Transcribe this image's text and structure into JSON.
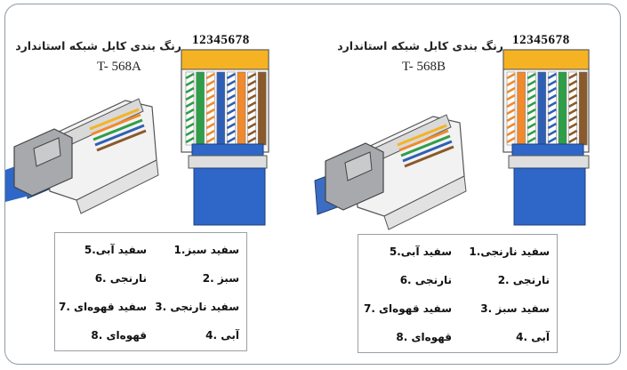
{
  "panels": [
    {
      "id": "t568a",
      "title": "رنگ بندی کابل شبکه استاندارد",
      "standard": "T- 568A",
      "pin_numbers": "12345678",
      "wire_colors": [
        {
          "base": "#ffffff",
          "stripe": "#2e9e48"
        },
        {
          "base": "#2e9e48",
          "stripe": null
        },
        {
          "base": "#ffffff",
          "stripe": "#f08a2c"
        },
        {
          "base": "#2f5fb5",
          "stripe": null
        },
        {
          "base": "#ffffff",
          "stripe": "#2f5fb5"
        },
        {
          "base": "#f08a2c",
          "stripe": null
        },
        {
          "base": "#ffffff",
          "stripe": "#8a5a2b"
        },
        {
          "base": "#8a5a2b",
          "stripe": null
        }
      ],
      "legend": [
        "سفید سبز.1",
        "سبز .2",
        "سفید نارنجی .3",
        "آبی .4",
        "سفید آبی.5",
        "نارنجی .6",
        "سفید قهوه‌ای .7",
        "قهوه‌ای .8"
      ]
    },
    {
      "id": "t568b",
      "title": "رنگ بندی کابل شبکه استاندارد",
      "standard": "T- 568B",
      "pin_numbers": "12345678",
      "wire_colors": [
        {
          "base": "#ffffff",
          "stripe": "#f08a2c"
        },
        {
          "base": "#f08a2c",
          "stripe": null
        },
        {
          "base": "#ffffff",
          "stripe": "#2e9e48"
        },
        {
          "base": "#2f5fb5",
          "stripe": null
        },
        {
          "base": "#ffffff",
          "stripe": "#2f5fb5"
        },
        {
          "base": "#2e9e48",
          "stripe": null
        },
        {
          "base": "#ffffff",
          "stripe": "#8a5a2b"
        },
        {
          "base": "#8a5a2b",
          "stripe": null
        }
      ],
      "legend": [
        "سفید نارنجی.1",
        "نارنجی .2",
        "سفید سبز .3",
        "آبی .4",
        "سفید آبی.5",
        "نارنجی .6",
        "سفید قهوه‌ای .7",
        "قهوه‌ای .8"
      ]
    }
  ],
  "colors": {
    "border": "#8e9aa3",
    "cable_blue": "#2f67c8",
    "cable_blue_dark": "#1f4f9e",
    "boot_gray": "#a7a9ac",
    "gold_contact": "#f5b323"
  }
}
